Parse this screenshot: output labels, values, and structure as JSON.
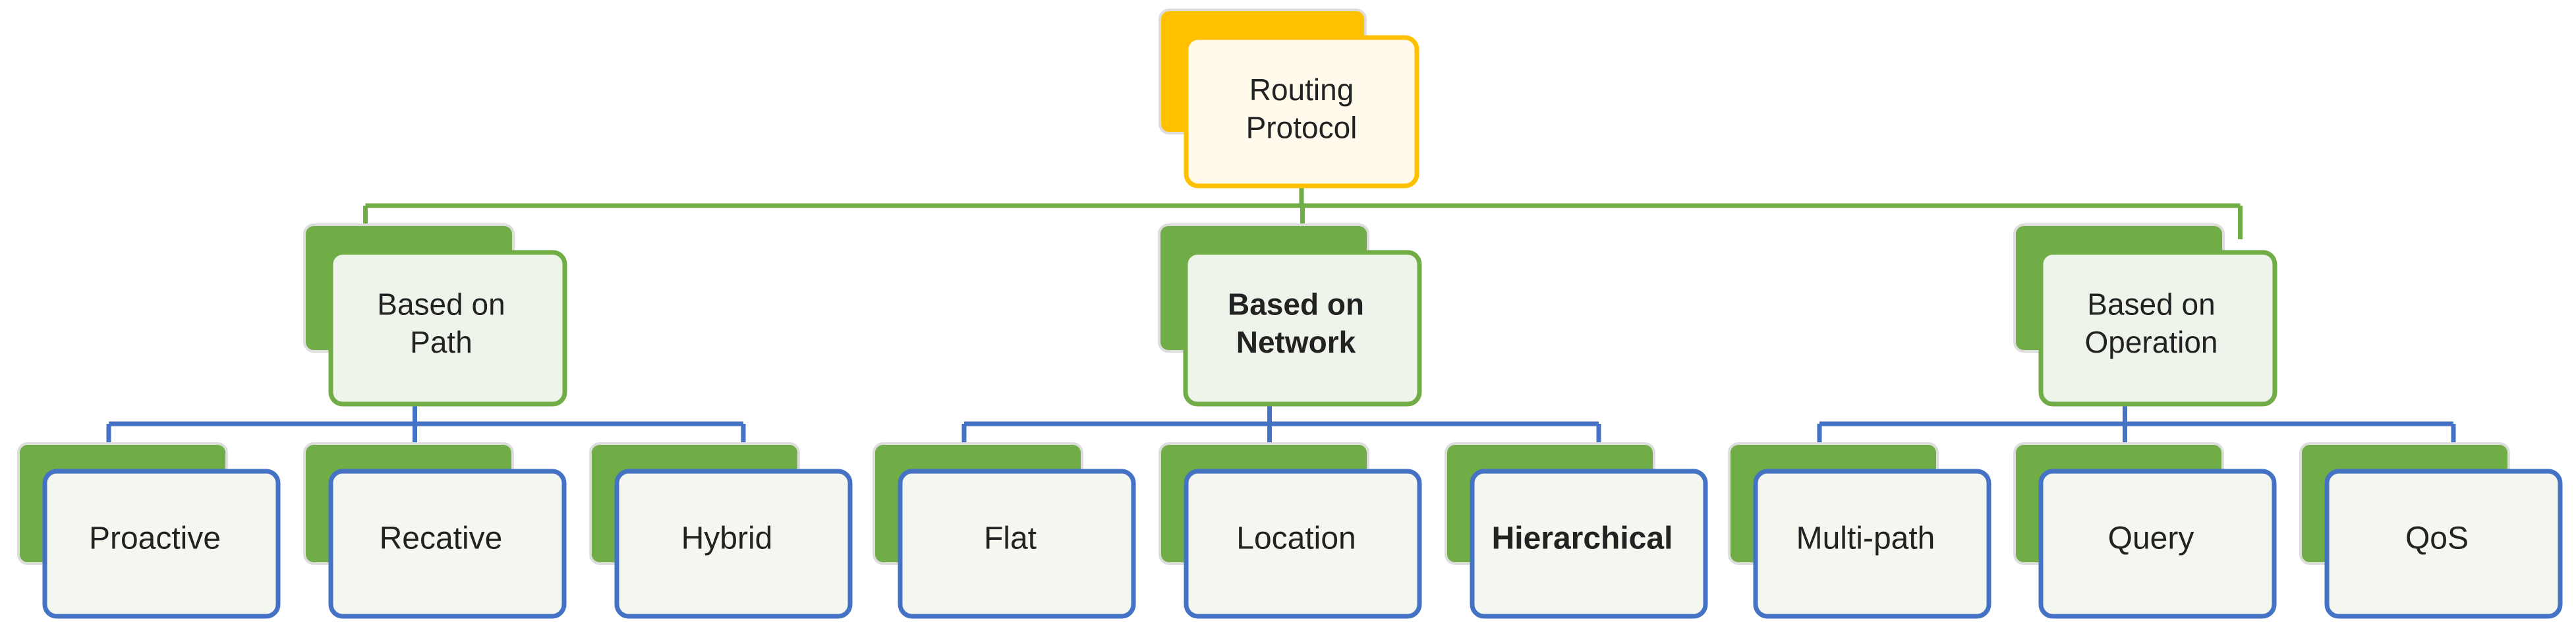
{
  "root": {
    "line1": "Routing",
    "line2": "Protocol"
  },
  "categories": [
    {
      "line1": "Based on",
      "line2": "Path",
      "bold": false,
      "children": [
        {
          "label": "Proactive",
          "bold": false
        },
        {
          "label": "Recative",
          "bold": false
        },
        {
          "label": "Hybrid",
          "bold": false
        }
      ]
    },
    {
      "line1": "Based on",
      "line2": "Network",
      "bold": true,
      "children": [
        {
          "label": "Flat",
          "bold": false
        },
        {
          "label": "Location",
          "bold": false
        },
        {
          "label": "Hierarchical",
          "bold": true
        }
      ]
    },
    {
      "line1": "Based on",
      "line2": "Operation",
      "bold": false,
      "children": [
        {
          "label": "Multi-path",
          "bold": false
        },
        {
          "label": "Query",
          "bold": false
        },
        {
          "label": "QoS",
          "bold": false
        }
      ]
    }
  ],
  "colors": {
    "root_shadow": "#FFC000",
    "root_border": "#FFC000",
    "root_fill": "#FFFAEB",
    "green": "#70AD47",
    "green_fill": "#EFF4EA",
    "blue": "#4472C4",
    "leaf_fill": "#F3F7EF",
    "text": "#222222"
  }
}
